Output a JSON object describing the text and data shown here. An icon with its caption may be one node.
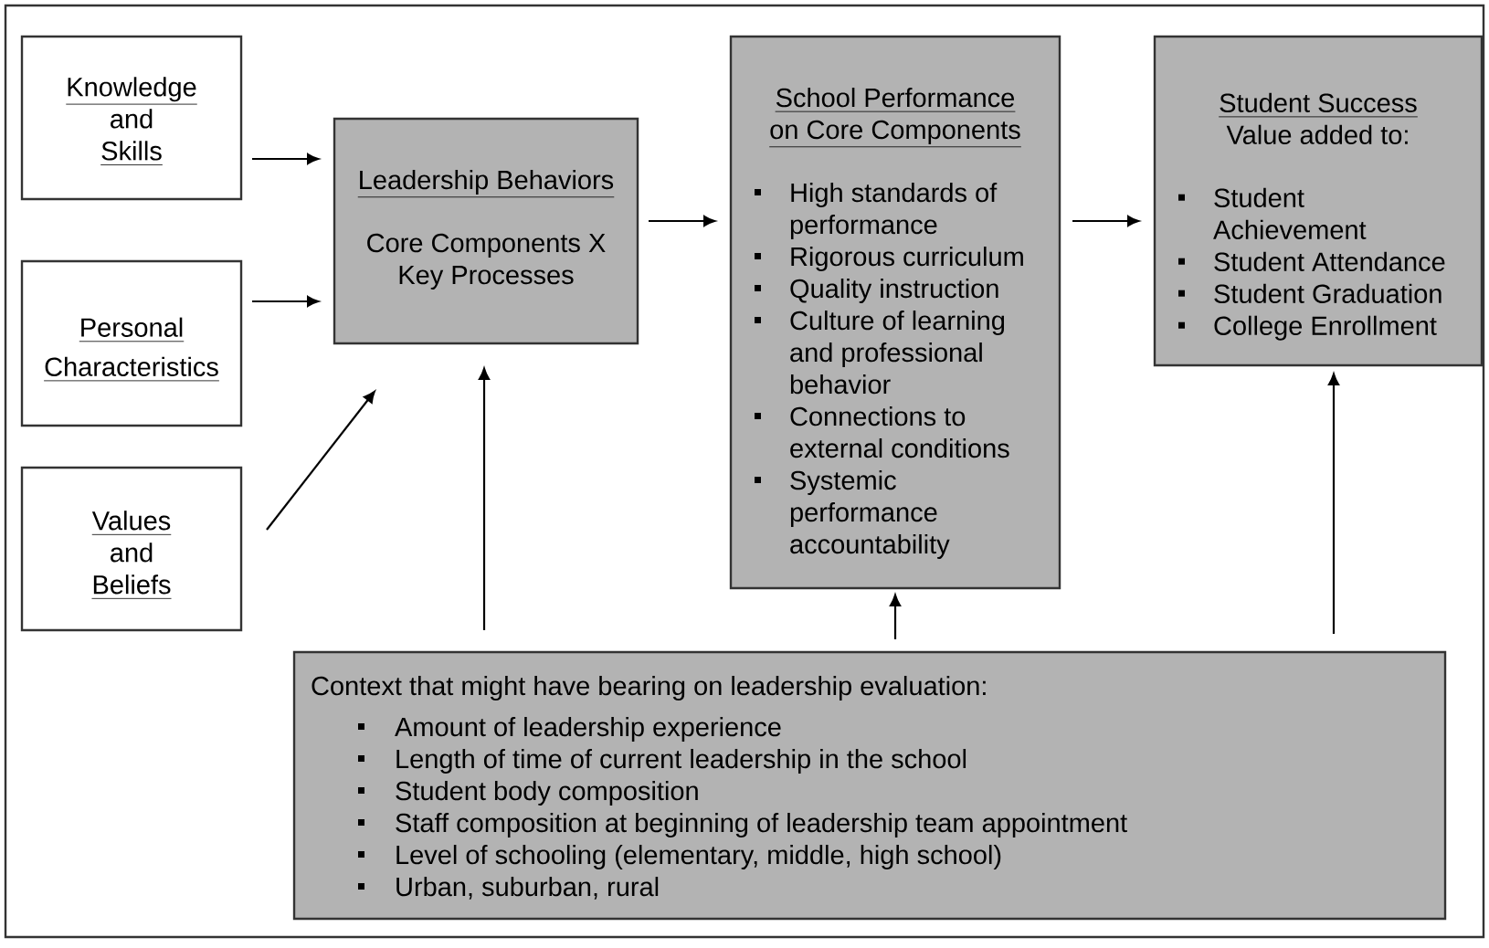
{
  "diagram": {
    "nodes": [
      {
        "text": [
          "Knowledge",
          "and",
          "Skills"
        ]
      },
      {
        "text": [
          "Personal",
          "Characteristics"
        ]
      },
      {
        "text": [
          "Values",
          "and",
          "Beliefs"
        ]
      },
      {
        "text": [
          "Leadership Behaviors",
          "Core Components X Key Processes"
        ]
      },
      {
        "text": [
          "School Performance on Core Components",
          "High standards of performance",
          "Rigorous curriculum",
          "Quality instruction",
          "Culture of learning and professional behavior",
          "Connections to external conditions",
          "Systemic performance accountability"
        ]
      },
      {
        "text": [
          "Student Success",
          "Value added to:",
          "Student Achievement",
          "Student Attendance",
          "Student Graduation",
          "College Enrollment"
        ]
      },
      {
        "text": [
          "Context that might have bearing on leadership evaluation:",
          "Amount of leadership experience",
          "Length of time of current leadership in the school",
          "Student body composition",
          "Staff composition at beginning of leadership team appointment",
          "Level of schooling (elementary, middle, high school)",
          "Urban, suburban, rural"
        ]
      }
    ],
    "edges": [
      {
        "from": 0,
        "to": 3,
        "arrow": "to"
      },
      {
        "from": 1,
        "to": 3,
        "arrow": "to"
      },
      {
        "from": 2,
        "to": 3,
        "arrow": "to"
      },
      {
        "from": 3,
        "to": 4,
        "arrow": "to"
      },
      {
        "from": 4,
        "to": 5,
        "arrow": "to"
      },
      {
        "from": 6,
        "to": 3,
        "arrow": "to"
      },
      {
        "from": 6,
        "to": 4,
        "arrow": "to"
      },
      {
        "from": 6,
        "to": 5,
        "arrow": "to"
      }
    ]
  }
}
